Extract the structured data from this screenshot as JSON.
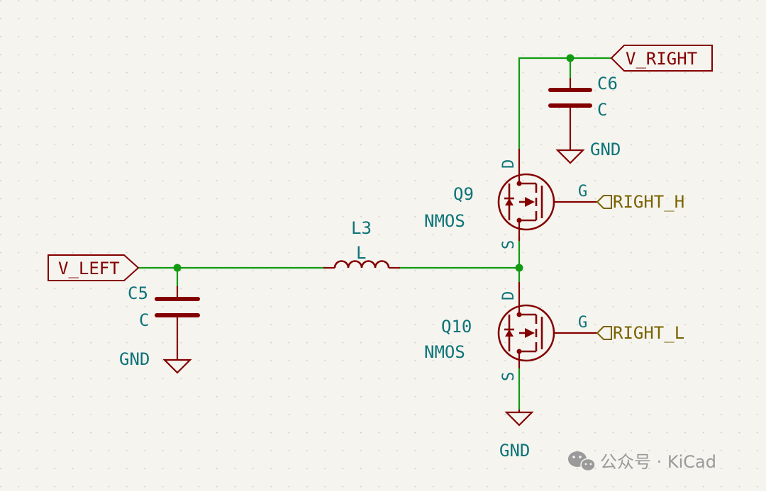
{
  "schematic": {
    "net_labels": {
      "v_left": "V_LEFT",
      "v_right": "V_RIGHT",
      "right_h": "RIGHT_H",
      "right_l": "RIGHT_L"
    },
    "components": {
      "c5": {
        "ref": "C5",
        "value": "C"
      },
      "c6": {
        "ref": "C6",
        "value": "C"
      },
      "l3": {
        "ref": "L3",
        "value": "L"
      },
      "q9": {
        "ref": "Q9",
        "value": "NMOS",
        "pin_d": "D",
        "pin_g": "G",
        "pin_s": "S"
      },
      "q10": {
        "ref": "Q10",
        "value": "NMOS",
        "pin_d": "D",
        "pin_g": "G",
        "pin_s": "S"
      }
    },
    "power": {
      "gnd": "GND"
    }
  },
  "watermark": {
    "text": "公众号 · KiCad"
  },
  "colors": {
    "background": "#f5f4ef",
    "wire": "#129a12",
    "symbol": "#840000",
    "reference_text": "#0d7378",
    "hierarchical_label": "#7a6300"
  }
}
